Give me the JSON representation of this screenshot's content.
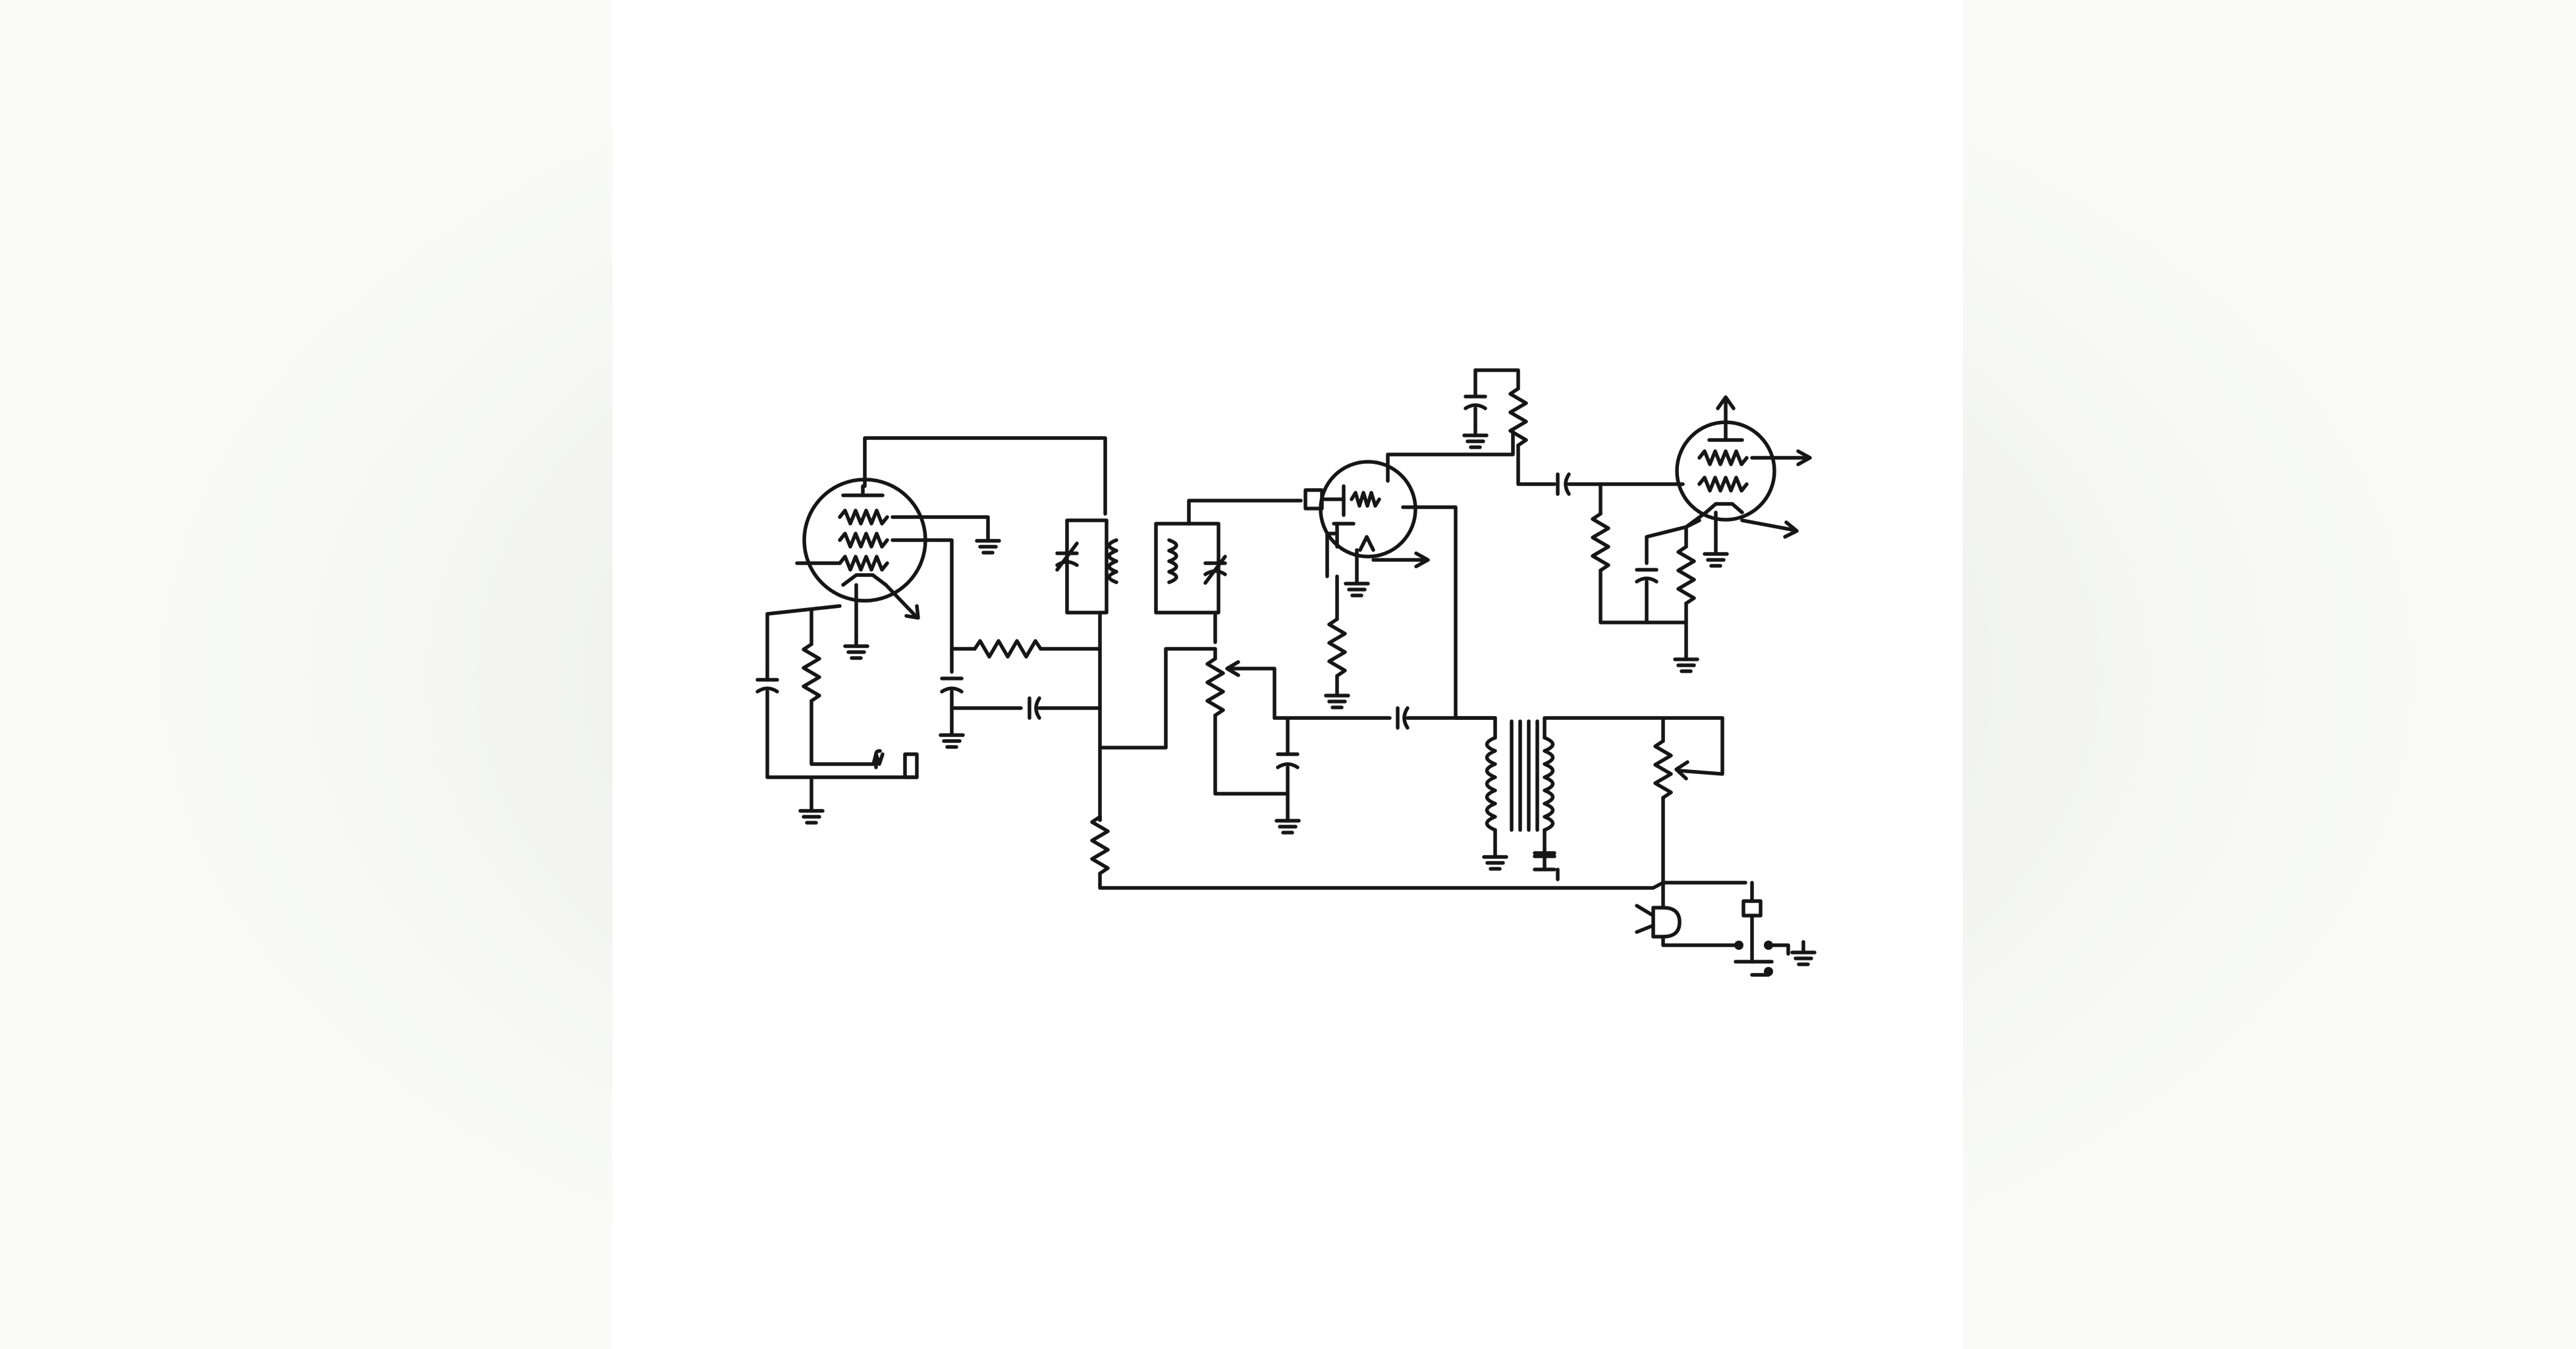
{
  "colors": {
    "background": "#f3f4f2",
    "canvas": "#ffffff",
    "ink": "#161616"
  },
  "diagram": {
    "kind": "hand-drawn vacuum tube radio circuit schematic",
    "tubes": 3,
    "components": [
      "vacuum-tube",
      "tuning-coil",
      "variable-capacitor",
      "resistor",
      "capacitor",
      "potentiometer",
      "audio-transformer",
      "ground",
      "headphone-jack",
      "switch"
    ]
  }
}
